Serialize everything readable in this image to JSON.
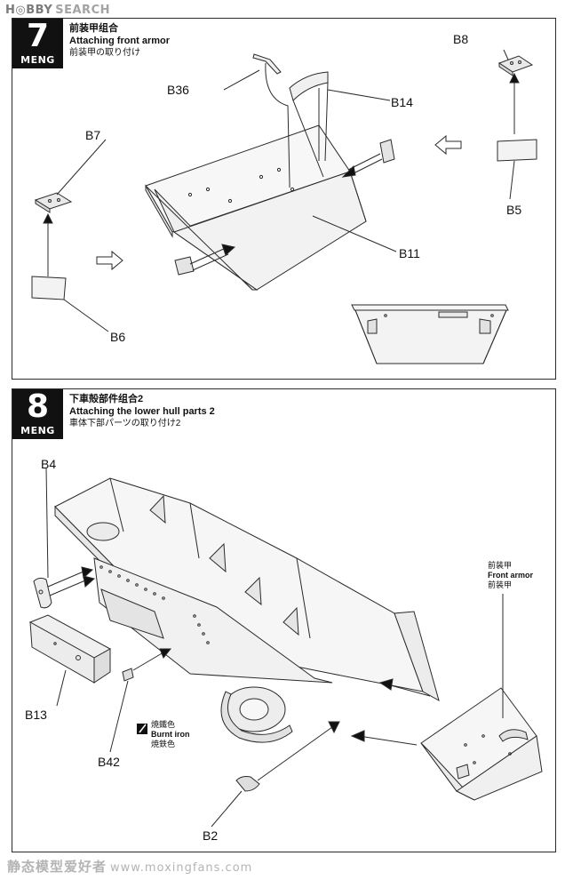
{
  "watermark_top": {
    "brand": "H◎BBY",
    "suffix": "SEARCH"
  },
  "steps": [
    {
      "number": "7",
      "brand": "MENG",
      "title_cn": "前装甲组合",
      "title_en": "Attaching front armor",
      "title_jp": "前装甲の取り付け",
      "parts": [
        "B36",
        "B14",
        "B8",
        "B7",
        "B5",
        "B11",
        "B6"
      ]
    },
    {
      "number": "8",
      "brand": "MENG",
      "title_cn": "下車殻部件组合2",
      "title_en": "Attaching the lower hull parts 2",
      "title_jp": "車体下部パーツの取り付け2",
      "parts": [
        "B4",
        "B13",
        "B42",
        "B2"
      ],
      "paint_note": {
        "cn": "焼鐵色",
        "en": "Burnt iron",
        "jp": "焼鉄色"
      },
      "ref_note": {
        "cn": "前装甲",
        "en": "Front armor",
        "jp": "前装甲"
      }
    }
  ],
  "watermark_bottom": {
    "cn": "静态模型爱好者",
    "url": "www.moxingfans.com"
  },
  "colors": {
    "line": "#2b2b2b",
    "fill": "#f7f7f7",
    "badge": "#111111",
    "frame": "#2a2a2a"
  }
}
